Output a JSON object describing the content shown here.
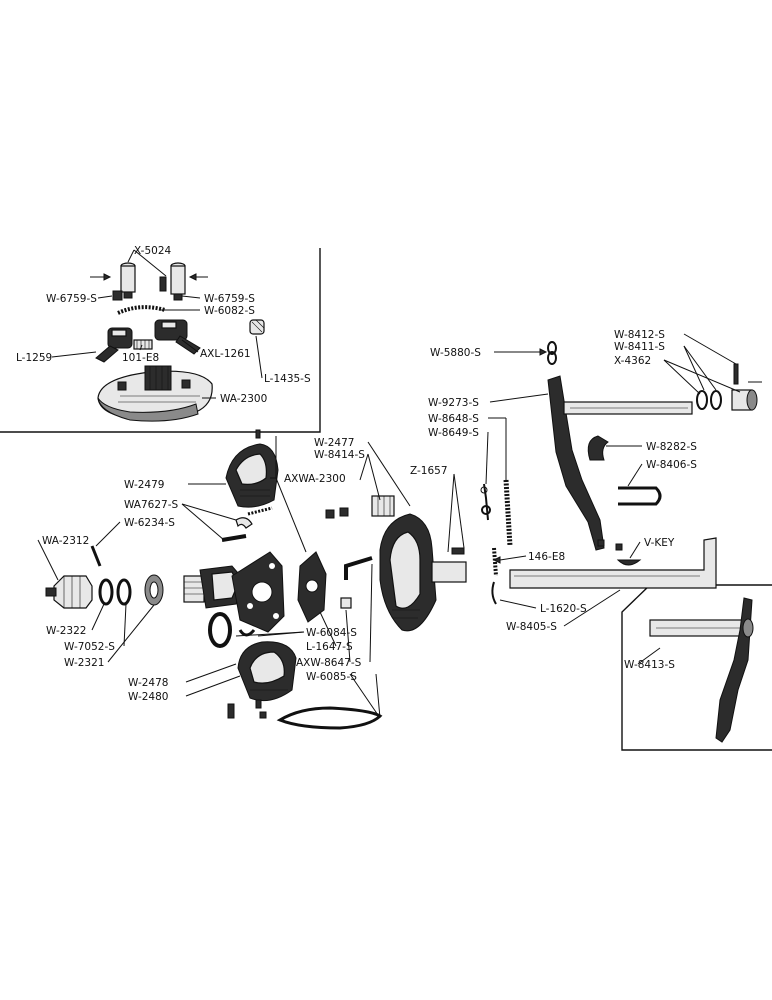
{
  "labels": {
    "x5024": "X-5024",
    "w6759s_left": "W-6759-S",
    "w6759s_right": "W-6759-S",
    "w6082s": "W-6082-S",
    "l1259": "L-1259",
    "e101": "101-E8",
    "axl1261": "AXL-1261",
    "l1435s": "L-1435-S",
    "wa2300": "WA-2300",
    "w2477": "W-2477",
    "w8414s": "W-8414-S",
    "z1657": "Z-1657",
    "w2479": "W-2479",
    "axwa2300": "AXWA-2300",
    "wa7627s": "WA7627-S",
    "w6234s": "W-6234-S",
    "wa2312": "WA-2312",
    "w2322": "W-2322",
    "w7052s": "W-7052-S",
    "w2321": "W-2321",
    "w2478": "W-2478",
    "w2480": "W-2480",
    "w6084s": "W-6084-S",
    "l1647s": "L-1647-S",
    "axw8647s": "AXW-8647-S",
    "w6085s": "W-6085-S",
    "w5880s": "W-5880-S",
    "w9273s": "W-9273-S",
    "w8648s": "W-8648-S",
    "w8649s": "W-8649-S",
    "e146": "146-E8",
    "l1620s": "L-1620-S",
    "w8405s": "W-8405-S",
    "w8412s": "W-8412-S",
    "w8411s": "W-8411-S",
    "x4362": "X-4362",
    "w8282s": "W-8282-S",
    "w8406s": "W-8406-S",
    "vkey": "V-KEY",
    "w8413s": "W-8413-S"
  }
}
